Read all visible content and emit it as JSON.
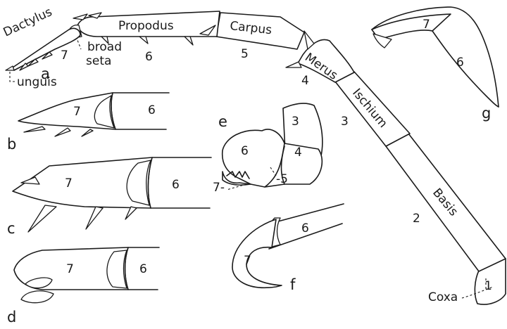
{
  "panel_a": {
    "letter": "a",
    "labels": {
      "dactylus": "Dactylus",
      "propodus": "Propodus",
      "carpus": "Carpus",
      "merus": "Merus",
      "ischium": "Ischium",
      "basis": "Basis",
      "coxa": "Coxa",
      "unguis": "unguis",
      "broad_seta_line1": "broad",
      "broad_seta_line2": "seta"
    },
    "numbers": {
      "n7": "7",
      "n6": "6",
      "n5": "5",
      "n4": "4",
      "n3": "3",
      "n2": "2",
      "n1": "1"
    }
  },
  "panel_b": {
    "letter": "b",
    "n7": "7",
    "n6": "6"
  },
  "panel_c": {
    "letter": "c",
    "n7": "7",
    "n6": "6"
  },
  "panel_d": {
    "letter": "d",
    "n7": "7",
    "n6": "6"
  },
  "panel_e": {
    "letter": "e",
    "n3": "3",
    "n4": "4",
    "n6": "6",
    "n7": "7-",
    "n5": "-5"
  },
  "panel_f": {
    "letter": "f",
    "n6": "6",
    "n7": "7"
  },
  "panel_g": {
    "letter": "g",
    "n7": "7",
    "n6": "6"
  }
}
